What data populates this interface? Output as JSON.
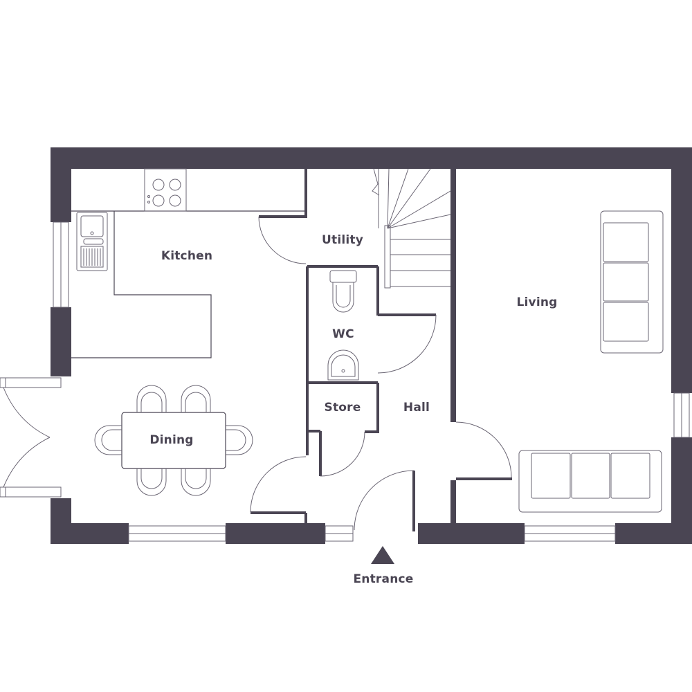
{
  "plan": {
    "rooms": {
      "kitchen": "Kitchen",
      "utility": "Utility",
      "wc": "WC",
      "living": "Living",
      "dining": "Dining",
      "store": "Store",
      "hall": "Hall"
    },
    "entrance": "Entrance"
  },
  "colors": {
    "wall": "#4a4553",
    "background": "#ffffff"
  }
}
